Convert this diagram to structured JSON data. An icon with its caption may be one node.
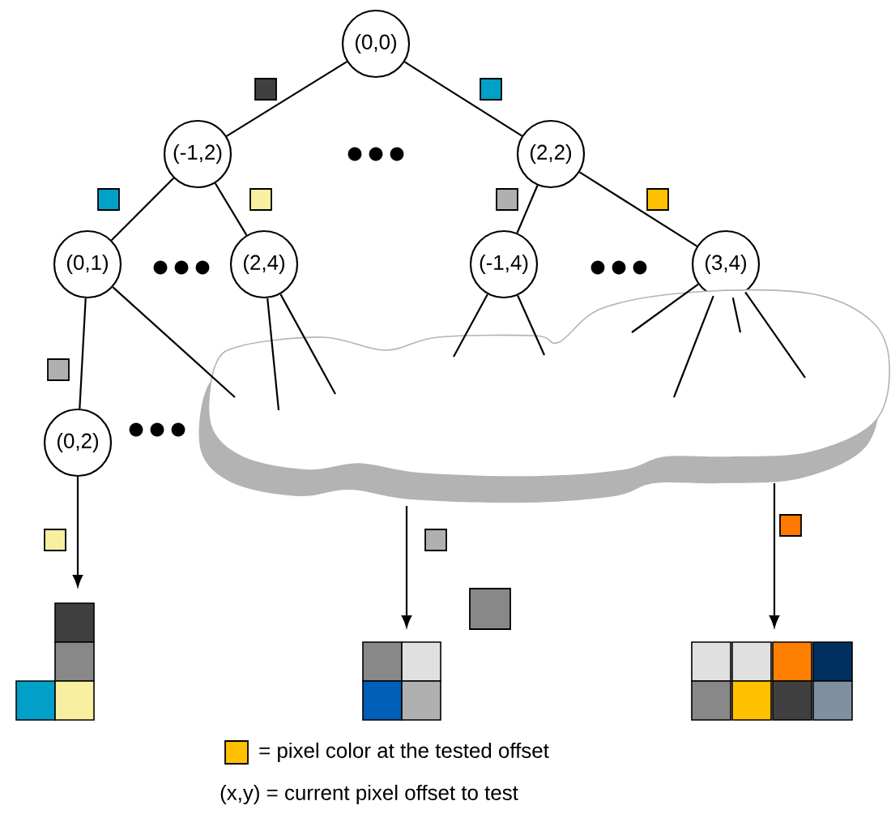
{
  "diagram": {
    "nodes": [
      {
        "text": [
          "(0,0)"
        ]
      },
      {
        "text": [
          "(-1,2)"
        ]
      },
      {
        "text": [
          "(2,2)"
        ]
      },
      {
        "text": [
          "(0,1)"
        ]
      },
      {
        "text": [
          "(2,4)"
        ]
      },
      {
        "text": [
          "(-1,4)"
        ]
      },
      {
        "text": [
          "(3,4)"
        ]
      },
      {
        "text": [
          "(0,2)"
        ]
      },
      {
        "text": [],
        "shape": "cloud"
      },
      {
        "text": [],
        "shape": "box"
      },
      {
        "text": [],
        "shape": "box"
      },
      {
        "text": [],
        "shape": "box"
      }
    ],
    "edges": [
      {
        "from": 0,
        "to": 1,
        "arrow": "none"
      },
      {
        "from": 0,
        "to": 2,
        "arrow": "none"
      },
      {
        "from": 1,
        "to": 3,
        "arrow": "none"
      },
      {
        "from": 1,
        "to": 4,
        "arrow": "none"
      },
      {
        "from": 2,
        "to": 5,
        "arrow": "none"
      },
      {
        "from": 2,
        "to": 6,
        "arrow": "none"
      },
      {
        "from": 3,
        "to": 7,
        "arrow": "none"
      },
      {
        "from": 3,
        "to": 8,
        "arrow": "none"
      },
      {
        "from": 4,
        "to": 8,
        "arrow": "none"
      },
      {
        "from": 4,
        "to": 8,
        "arrow": "none"
      },
      {
        "from": 5,
        "to": 8,
        "arrow": "none"
      },
      {
        "from": 5,
        "to": 8,
        "arrow": "none"
      },
      {
        "from": 6,
        "to": 8,
        "arrow": "none"
      },
      {
        "from": 6,
        "to": 8,
        "arrow": "none"
      },
      {
        "from": 6,
        "to": 8,
        "arrow": "none"
      },
      {
        "from": 6,
        "to": 8,
        "arrow": "none"
      },
      {
        "from": 7,
        "to": 9,
        "arrow": "to"
      },
      {
        "from": 8,
        "to": 10,
        "arrow": "to"
      },
      {
        "from": 8,
        "to": 11,
        "arrow": "to"
      }
    ],
    "labels": [
      "(x,y) = current pixel offset to test"
    ],
    "legend": [
      {
        "text": "= pixel color at the tested offset",
        "color": "#ffc000"
      }
    ]
  }
}
